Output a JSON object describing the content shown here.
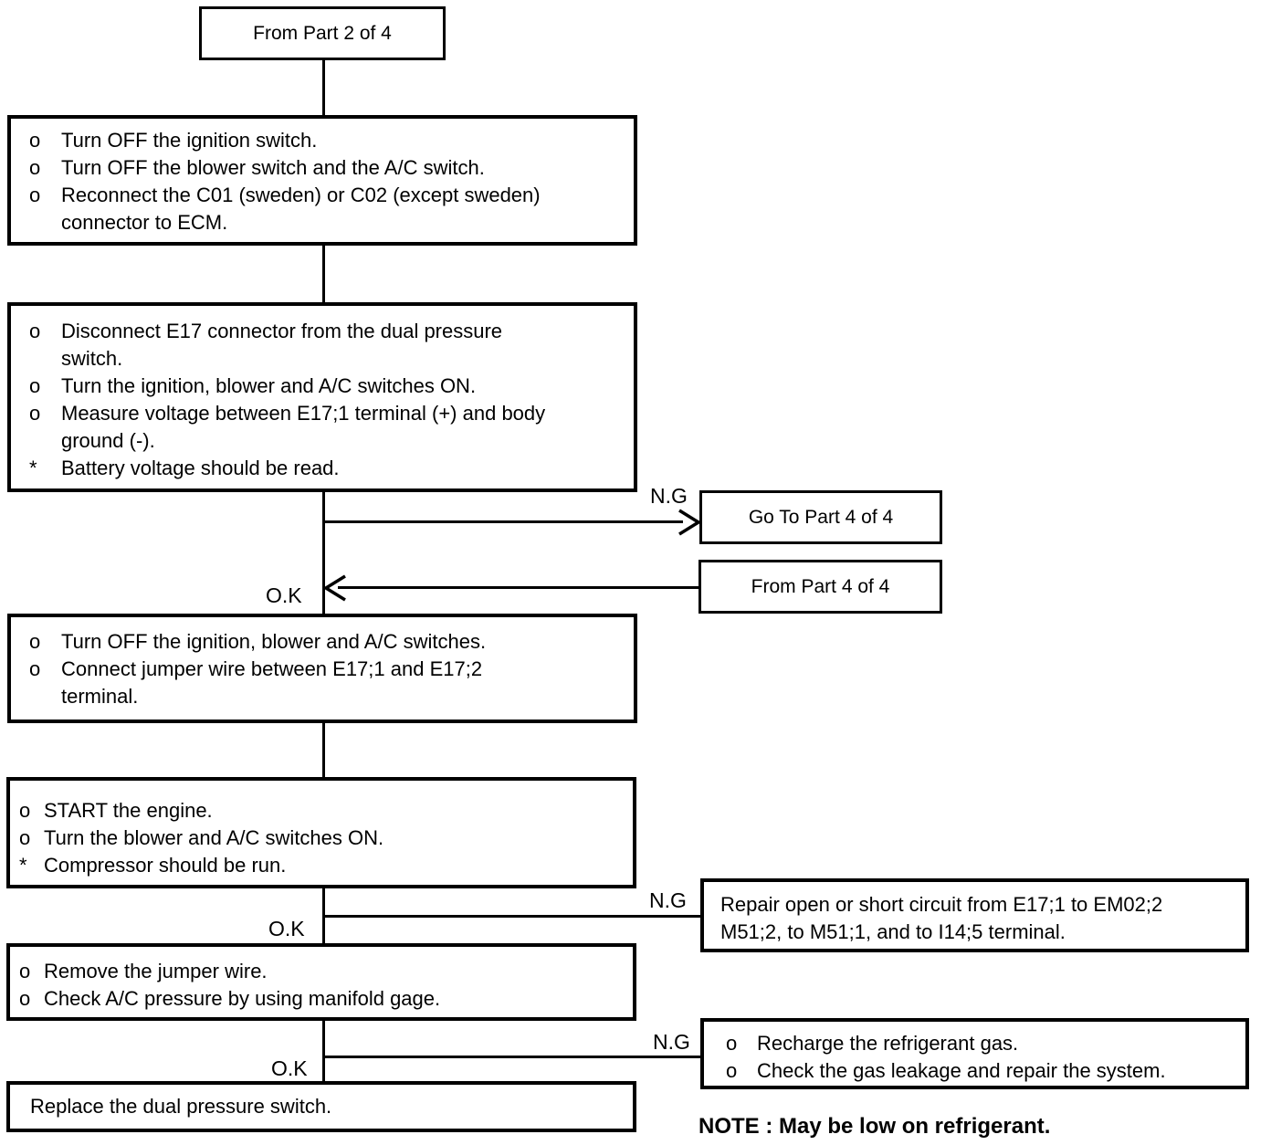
{
  "labels": {
    "ng": "N.G",
    "ok": "O.K"
  },
  "nodes": {
    "from_part2": {
      "label": "From Part 2 of 4"
    },
    "goto_part4": {
      "label": "Go To Part 4 of 4"
    },
    "from_part4": {
      "label": "From Part 4 of 4"
    },
    "step_reconnect": {
      "items": [
        {
          "bullet": "o",
          "lines": [
            "Turn OFF the ignition switch."
          ]
        },
        {
          "bullet": "o",
          "lines": [
            "Turn OFF the blower switch and the A/C switch."
          ]
        },
        {
          "bullet": "o",
          "lines": [
            "Reconnect the C01 (sweden) or C02 (except sweden)",
            "connector to ECM."
          ]
        }
      ]
    },
    "step_measure": {
      "items": [
        {
          "bullet": "o",
          "lines": [
            "Disconnect E17 connector from the dual pressure",
            "switch."
          ]
        },
        {
          "bullet": "o",
          "lines": [
            "Turn the ignition, blower and A/C switches ON."
          ]
        },
        {
          "bullet": "o",
          "lines": [
            "Measure voltage between E17;1 terminal (+) and body",
            "ground (-)."
          ]
        },
        {
          "bullet": "*",
          "lines": [
            "Battery voltage should be read."
          ]
        }
      ]
    },
    "step_jumper": {
      "items": [
        {
          "bullet": "o",
          "lines": [
            "Turn OFF the ignition, blower and A/C switches."
          ]
        },
        {
          "bullet": "o",
          "lines": [
            "Connect jumper wire between E17;1 and E17;2",
            "terminal."
          ]
        }
      ]
    },
    "step_start_engine": {
      "items": [
        {
          "bullet": "o",
          "lines": [
            "START the engine."
          ]
        },
        {
          "bullet": "o",
          "lines": [
            "Turn the blower and A/C switches ON."
          ]
        },
        {
          "bullet": "*",
          "lines": [
            "Compressor should be run."
          ]
        }
      ]
    },
    "step_check_pressure": {
      "items": [
        {
          "bullet": "o",
          "lines": [
            "Remove the jumper wire."
          ]
        },
        {
          "bullet": "o",
          "lines": [
            "Check A/C pressure by using manifold gage."
          ]
        }
      ]
    },
    "replace_switch": {
      "label": "Replace the dual pressure switch."
    },
    "repair_circuit": {
      "lines": [
        "Repair open or short circuit from E17;1 to EM02;2",
        "M51;2, to M51;1, and to I14;5 terminal."
      ]
    },
    "recharge": {
      "items": [
        {
          "bullet": "o",
          "lines": [
            "Recharge the refrigerant gas."
          ]
        },
        {
          "bullet": "o",
          "lines": [
            "Check the gas leakage and repair the system."
          ]
        }
      ]
    }
  },
  "note": "NOTE : May be low on refrigerant."
}
